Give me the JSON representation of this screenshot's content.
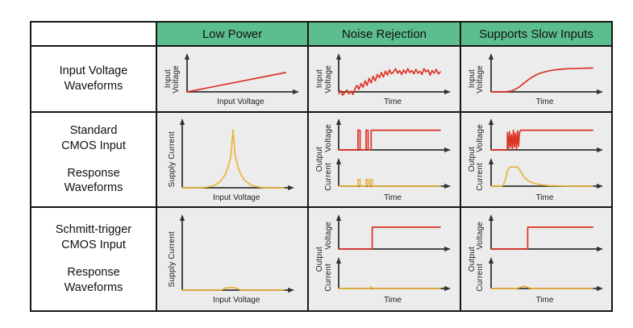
{
  "header": {
    "corner": "",
    "columns": [
      "Low Power",
      "Noise Rejection",
      "Supports Slow Inputs"
    ]
  },
  "rows": [
    {
      "title_lines": [
        "Input Voltage",
        "Waveforms"
      ]
    },
    {
      "title_lines": [
        "Standard",
        "CMOS Input"
      ],
      "subtitle_lines": [
        "Response",
        "Waveforms"
      ]
    },
    {
      "title_lines": [
        "Schmitt-trigger",
        "CMOS Input"
      ],
      "subtitle_lines": [
        "Response",
        "Waveforms"
      ]
    }
  ],
  "colors": {
    "header_bg": "#5cbe8e",
    "chart_bg": "#ececec",
    "label_bg": "#ffffff",
    "border": "#161616",
    "axis": "#333333",
    "red": "#dd3327",
    "yellow": "#e9b43c"
  },
  "charts": {
    "r1c1": {
      "kind": "single",
      "h": 58,
      "y_label_lines": [
        "Input",
        "Voltage"
      ],
      "x_label": "Input Voltage",
      "color": "red",
      "points": [
        [
          0,
          0
        ],
        [
          97,
          60
        ]
      ]
    },
    "r1c2": {
      "kind": "single",
      "h": 58,
      "y_label_lines": [
        "Input",
        "Voltage"
      ],
      "x_label": "Time",
      "color": "red",
      "points": [
        [
          0,
          -6
        ],
        [
          2,
          4
        ],
        [
          4,
          -10
        ],
        [
          6,
          -2
        ],
        [
          8,
          6
        ],
        [
          10,
          -6
        ],
        [
          12,
          2
        ],
        [
          14,
          -8
        ],
        [
          16,
          10
        ],
        [
          18,
          20
        ],
        [
          20,
          8
        ],
        [
          22,
          26
        ],
        [
          24,
          14
        ],
        [
          26,
          34
        ],
        [
          28,
          20
        ],
        [
          30,
          42
        ],
        [
          32,
          28
        ],
        [
          34,
          48
        ],
        [
          36,
          34
        ],
        [
          38,
          54
        ],
        [
          40,
          44
        ],
        [
          42,
          60
        ],
        [
          44,
          46
        ],
        [
          46,
          64
        ],
        [
          48,
          52
        ],
        [
          50,
          68
        ],
        [
          52,
          56
        ],
        [
          54,
          62
        ],
        [
          56,
          72
        ],
        [
          58,
          58
        ],
        [
          60,
          66
        ],
        [
          62,
          54
        ],
        [
          64,
          68
        ],
        [
          66,
          58
        ],
        [
          68,
          72
        ],
        [
          70,
          60
        ],
        [
          72,
          66
        ],
        [
          74,
          56
        ],
        [
          76,
          70
        ],
        [
          78,
          58
        ],
        [
          80,
          64
        ],
        [
          82,
          54
        ],
        [
          84,
          72
        ],
        [
          86,
          62
        ],
        [
          88,
          68
        ],
        [
          90,
          52
        ],
        [
          92,
          66
        ],
        [
          94,
          58
        ],
        [
          96,
          70
        ],
        [
          98,
          56
        ],
        [
          100,
          62
        ]
      ]
    },
    "r1c3": {
      "kind": "single",
      "h": 58,
      "y_label_lines": [
        "Input",
        "Voltage"
      ],
      "x_label": "Time",
      "color": "red",
      "points": [
        [
          0,
          0
        ],
        [
          12,
          0
        ],
        [
          16,
          1
        ],
        [
          20,
          3
        ],
        [
          24,
          8
        ],
        [
          28,
          16
        ],
        [
          32,
          26
        ],
        [
          36,
          36
        ],
        [
          40,
          45
        ],
        [
          44,
          52
        ],
        [
          48,
          58
        ],
        [
          54,
          63
        ],
        [
          60,
          67
        ],
        [
          68,
          70
        ],
        [
          76,
          72
        ],
        [
          86,
          73
        ],
        [
          100,
          74
        ]
      ]
    },
    "r2c1": {
      "kind": "single",
      "h": 96,
      "y_label_lines": [
        "Supply Current"
      ],
      "x_label": "Input Voltage",
      "color": "yellow",
      "points": [
        [
          0,
          0
        ],
        [
          18,
          0
        ],
        [
          24,
          1
        ],
        [
          30,
          3
        ],
        [
          34,
          6
        ],
        [
          38,
          11
        ],
        [
          42,
          20
        ],
        [
          45,
          32
        ],
        [
          48,
          52
        ],
        [
          50,
          92
        ],
        [
          52,
          52
        ],
        [
          55,
          32
        ],
        [
          58,
          20
        ],
        [
          62,
          11
        ],
        [
          66,
          6
        ],
        [
          70,
          3
        ],
        [
          76,
          1
        ],
        [
          82,
          0
        ],
        [
          100,
          0
        ]
      ]
    },
    "r2c2": {
      "kind": "dual",
      "h": 96,
      "outer_label": "Output",
      "x_label": "Time",
      "subs": [
        {
          "y_label": "Voltage",
          "color": "red",
          "points": [
            [
              0,
              0
            ],
            [
              19,
              0
            ],
            [
              19,
              66
            ],
            [
              21,
              66
            ],
            [
              21,
              0
            ],
            [
              27,
              0
            ],
            [
              27,
              66
            ],
            [
              29,
              66
            ],
            [
              29,
              0
            ],
            [
              32,
              0
            ],
            [
              32,
              66
            ],
            [
              100,
              66
            ]
          ]
        },
        {
          "y_label": "Current",
          "color": "yellow",
          "points": [
            [
              0,
              0
            ],
            [
              19,
              0
            ],
            [
              19,
              25
            ],
            [
              21,
              25
            ],
            [
              21,
              0
            ],
            [
              27,
              0
            ],
            [
              27,
              25
            ],
            [
              29,
              25
            ],
            [
              29,
              0
            ],
            [
              31,
              0
            ],
            [
              31,
              25
            ],
            [
              33,
              25
            ],
            [
              33,
              0
            ],
            [
              100,
              0
            ]
          ]
        }
      ]
    },
    "r2c3": {
      "kind": "dual",
      "h": 96,
      "outer_label": "Output",
      "x_label": "Time",
      "subs": [
        {
          "y_label": "Voltage",
          "color": "red",
          "points": [
            [
              0,
              0
            ],
            [
              16,
              0
            ],
            [
              16,
              58
            ],
            [
              17,
              4
            ],
            [
              18,
              62
            ],
            [
              19,
              8
            ],
            [
              20,
              52
            ],
            [
              21,
              2
            ],
            [
              22,
              66
            ],
            [
              23,
              10
            ],
            [
              24,
              56
            ],
            [
              25,
              3
            ],
            [
              26,
              64
            ],
            [
              27,
              12
            ],
            [
              28,
              58
            ],
            [
              29,
              66
            ],
            [
              100,
              66
            ]
          ]
        },
        {
          "y_label": "Current",
          "color": "yellow",
          "points": [
            [
              0,
              0
            ],
            [
              10,
              0
            ],
            [
              12,
              4
            ],
            [
              14,
              22
            ],
            [
              16,
              58
            ],
            [
              18,
              70
            ],
            [
              20,
              72
            ],
            [
              26,
              72
            ],
            [
              28,
              62
            ],
            [
              31,
              42
            ],
            [
              34,
              28
            ],
            [
              38,
              17
            ],
            [
              43,
              10
            ],
            [
              49,
              5
            ],
            [
              57,
              2
            ],
            [
              68,
              1
            ],
            [
              80,
              0
            ],
            [
              100,
              0
            ]
          ]
        }
      ]
    },
    "r3c1": {
      "kind": "single",
      "h": 104,
      "y_label_lines": [
        "Supply Current"
      ],
      "x_label": "Input Voltage",
      "color": "yellow",
      "points": [
        [
          0,
          0
        ],
        [
          38,
          0
        ],
        [
          43,
          3
        ],
        [
          48,
          4
        ],
        [
          53,
          3
        ],
        [
          58,
          0
        ],
        [
          100,
          0
        ]
      ]
    },
    "r3c2": {
      "kind": "dual",
      "h": 104,
      "outer_label": "Output",
      "x_label": "Time",
      "subs": [
        {
          "y_label": "Voltage",
          "color": "red",
          "points": [
            [
              0,
              0
            ],
            [
              33,
              0
            ],
            [
              33,
              66
            ],
            [
              100,
              66
            ]
          ]
        },
        {
          "y_label": "Current",
          "color": "yellow",
          "points": [
            [
              0,
              0
            ],
            [
              31,
              0
            ],
            [
              32,
              6
            ],
            [
              33,
              0
            ],
            [
              100,
              0
            ]
          ]
        }
      ]
    },
    "r3c3": {
      "kind": "dual",
      "h": 104,
      "outer_label": "Output",
      "x_label": "Time",
      "subs": [
        {
          "y_label": "Voltage",
          "color": "red",
          "points": [
            [
              0,
              0
            ],
            [
              36,
              0
            ],
            [
              36,
              66
            ],
            [
              100,
              66
            ]
          ]
        },
        {
          "y_label": "Current",
          "color": "yellow",
          "points": [
            [
              0,
              0
            ],
            [
              25,
              0
            ],
            [
              32,
              8
            ],
            [
              40,
              0
            ],
            [
              100,
              0
            ]
          ]
        }
      ]
    }
  }
}
